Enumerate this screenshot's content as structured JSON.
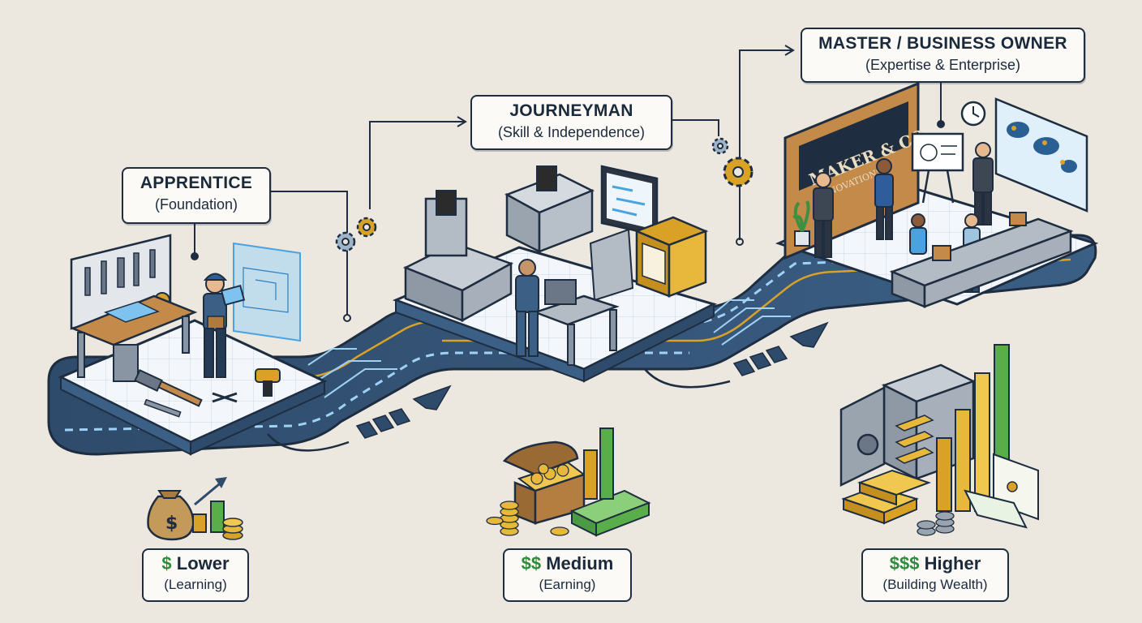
{
  "stages": {
    "apprentice": {
      "title": "APPRENTICE",
      "subtitle": "(Foundation)"
    },
    "journeyman": {
      "title": "JOURNEYMAN",
      "subtitle": "(Skill & Independence)"
    },
    "master": {
      "title": "MASTER / BUSINESS OWNER",
      "subtitle": "(Expertise & Enterprise)"
    }
  },
  "earnings": {
    "lower": {
      "symbol": "$",
      "label": "Lower",
      "subtitle": "(Learning)"
    },
    "medium": {
      "symbol": "$$",
      "label": "Medium",
      "subtitle": "(Earning)"
    },
    "higher": {
      "symbol": "$$$",
      "label": "Higher",
      "subtitle": "(Building Wealth)"
    }
  },
  "signage": {
    "company_line1": "MAKER & CO.",
    "company_line2": "INNOVATIONS"
  },
  "colors": {
    "navy": "#1e2d40",
    "path_blue": "#3b5f85",
    "glow_blue": "#9fd3f5",
    "gold": "#d9a227",
    "money_green": "#2e8b3a",
    "background": "#ece8e0"
  }
}
